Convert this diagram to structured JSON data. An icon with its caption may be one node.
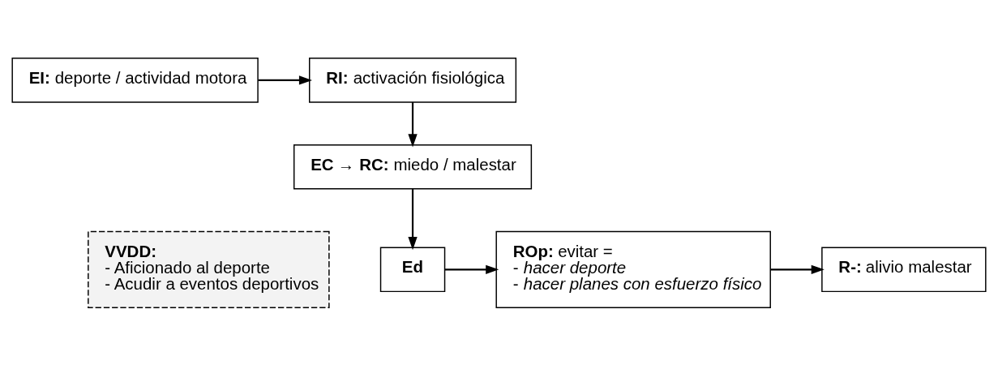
{
  "diagram": {
    "nodes": [
      {
        "text": [
          "**EI:** deporte / actividad motora"
        ]
      },
      {
        "text": [
          "**RI:** activación fisiológica"
        ]
      },
      {
        "text": [
          "**EC** → **RC:** miedo / malestar"
        ]
      },
      {
        "text": [
          "Ed"
        ]
      },
      {
        "text": [
          "**ROp:** evitar =",
          "- *hacer deporte*",
          "- *hacer planes con esfuerzo físico*"
        ]
      },
      {
        "text": [
          "**R-:** alivio malestar"
        ]
      },
      {
        "text": [
          "VVDD:",
          "- Aficionado al deporte",
          "- Acudir a eventos deportivos"
        ]
      }
    ],
    "edges": [
      {
        "from": 0,
        "to": 1,
        "arrow": "to"
      },
      {
        "from": 1,
        "to": 2,
        "arrow": "to"
      },
      {
        "from": 2,
        "to": 3,
        "arrow": "to"
      },
      {
        "from": 3,
        "to": 4,
        "arrow": "to"
      },
      {
        "from": 4,
        "to": 5,
        "arrow": "to"
      }
    ]
  }
}
